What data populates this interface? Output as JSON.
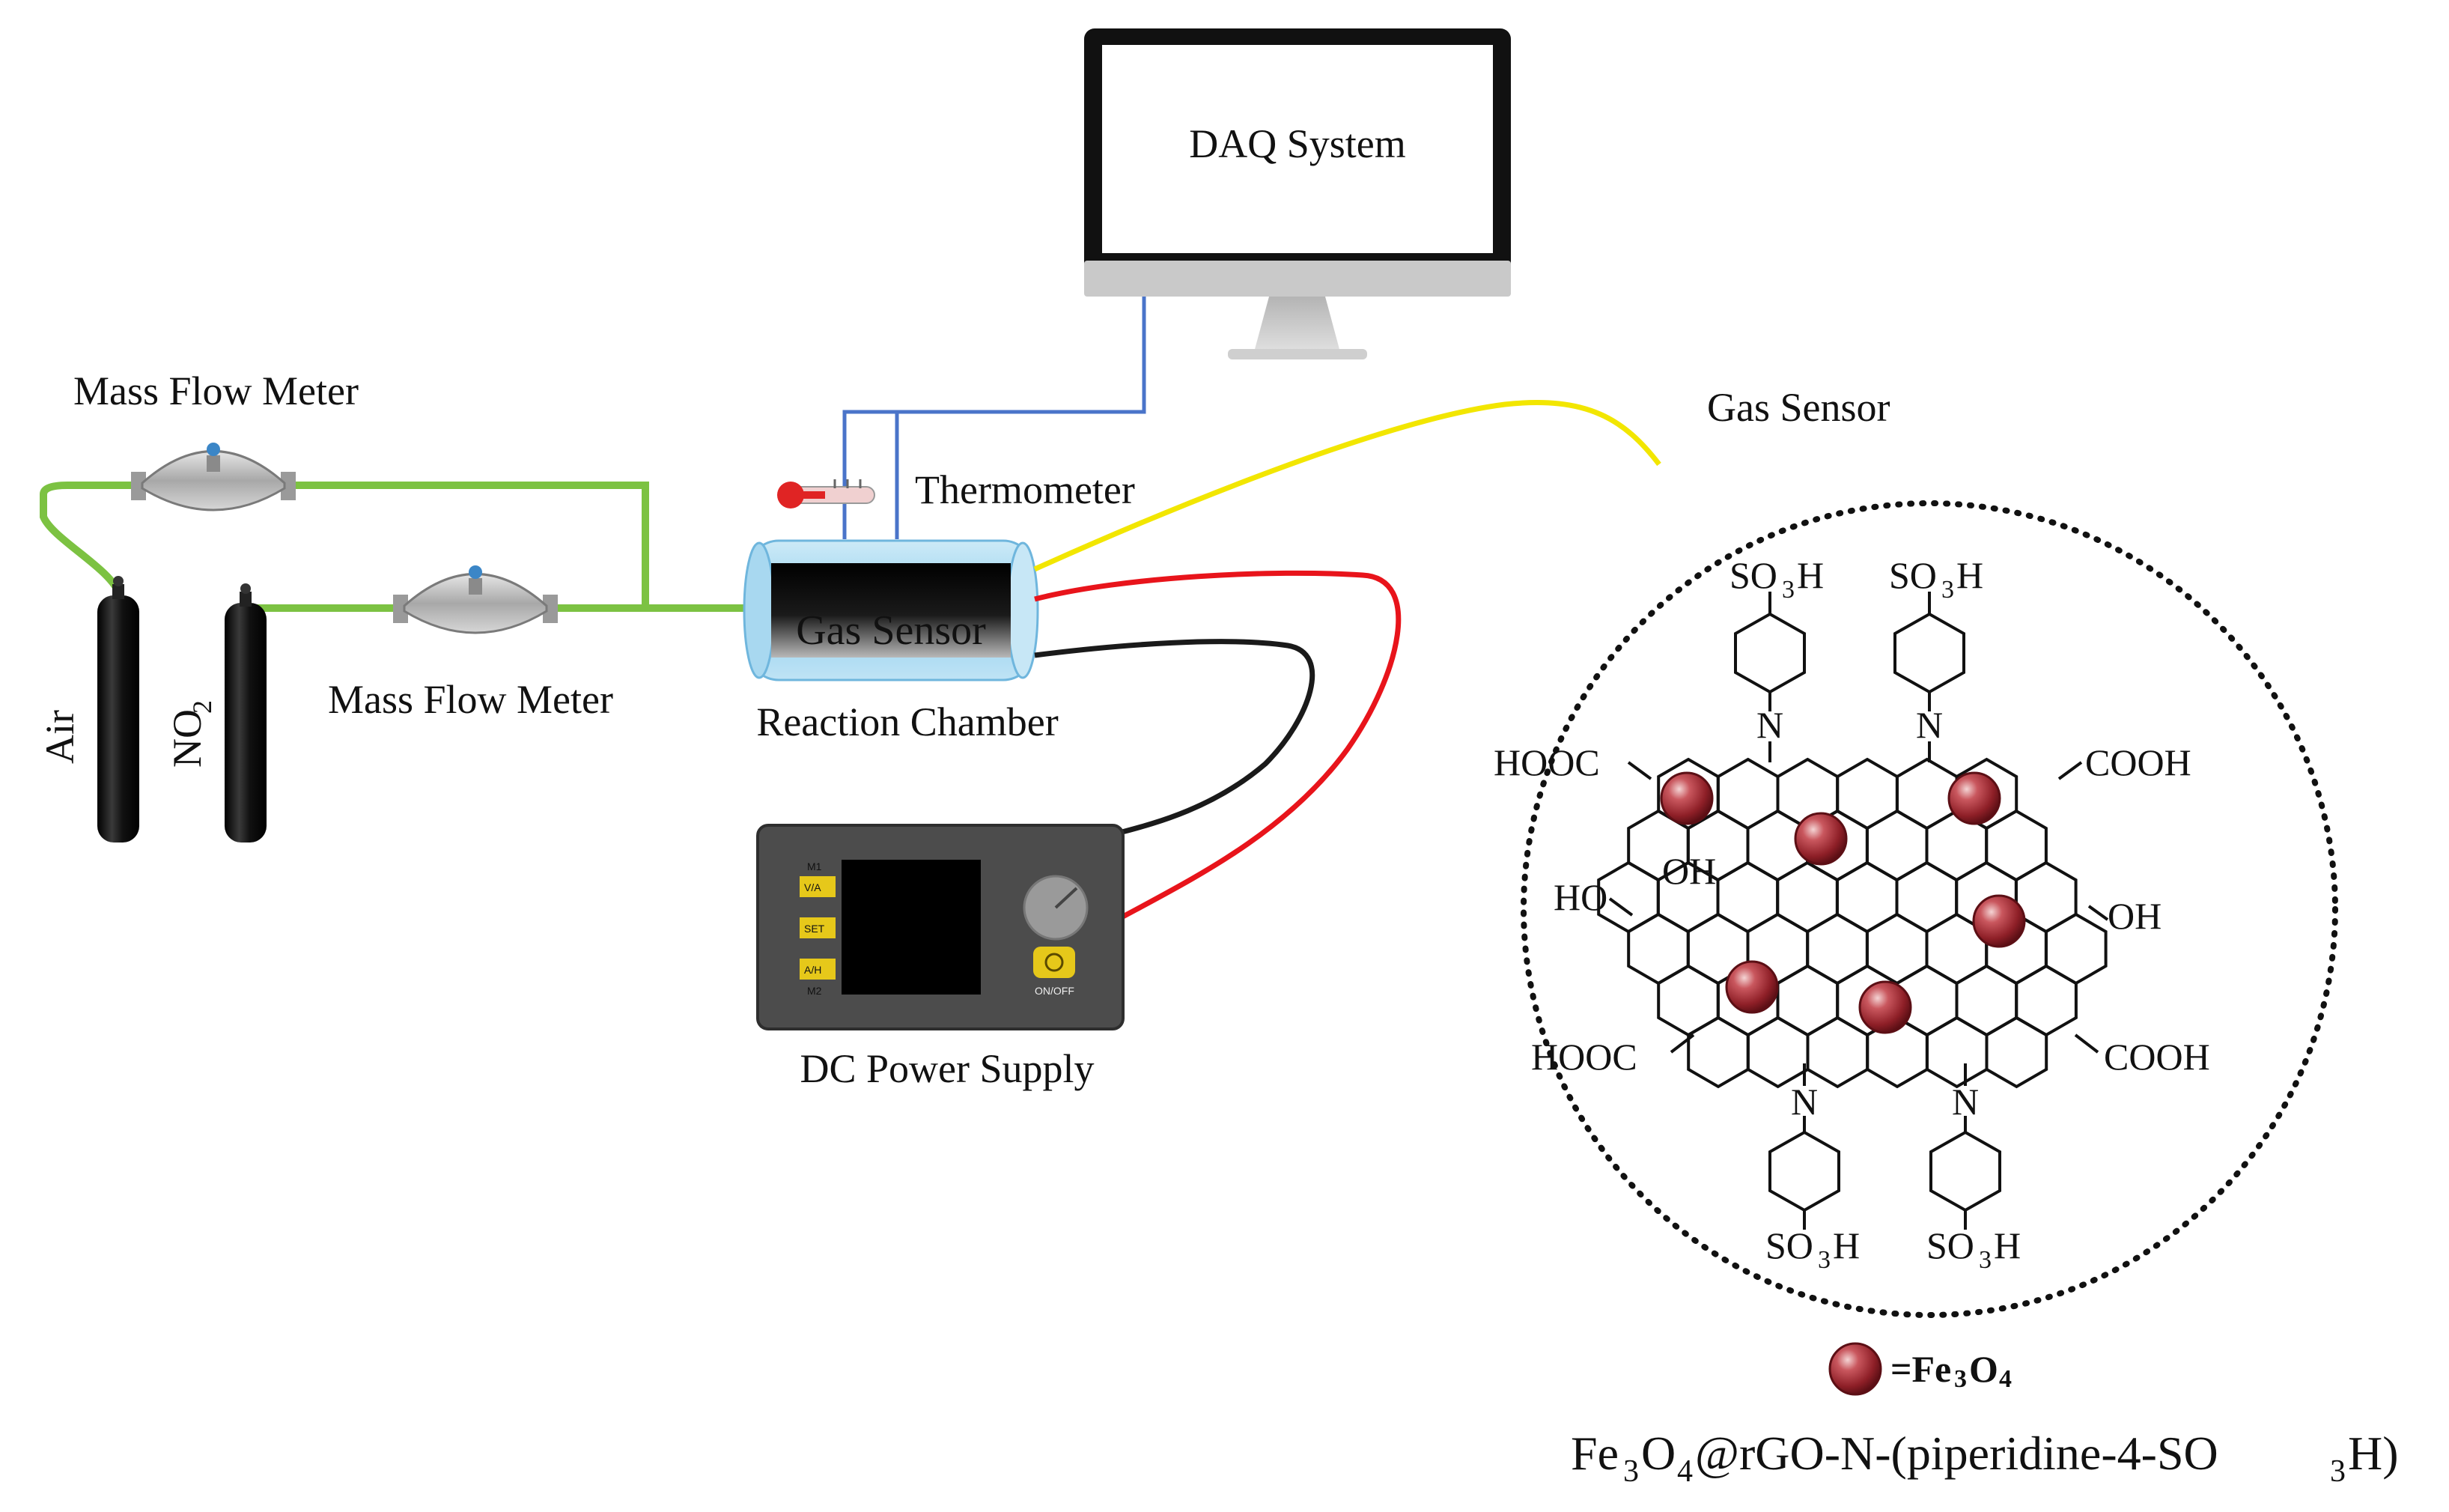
{
  "labels": {
    "daq": "DAQ System",
    "mass_flow_top": "Mass Flow Meter",
    "mass_flow_bottom": "Mass Flow Meter",
    "thermometer": "Thermometer",
    "gas_sensor_callout": "Gas Sensor",
    "chamber_inner": "Gas Sensor",
    "reaction_chamber": "Reaction Chamber",
    "dc_power": "DC Power Supply",
    "air": "Air",
    "no2": "NO",
    "no2_sub": "2"
  },
  "psu_buttons": {
    "top_tag": "M1",
    "btn1": "V/A",
    "btn2": "SET",
    "btn3": "A/H",
    "bottom_tag": "M2",
    "onoff": "ON/OFF"
  },
  "chemistry": {
    "so3h_main": "SO",
    "so3h_sub": "3",
    "so3h_tail": "H",
    "n": "N",
    "hooc": "HOOC",
    "cooh": "COOH",
    "ho": "HO",
    "oh": "OH",
    "legend_eq": "=Fe",
    "legend_sub1": "3",
    "legend_o": "O",
    "legend_sub2": "4",
    "formula_p1": "Fe",
    "formula_s1": "3",
    "formula_p2": "O",
    "formula_s2": "4",
    "formula_p3": "@rGO-N-(piperidine-4-SO",
    "formula_s3": "3",
    "formula_p4": "H)"
  },
  "colors": {
    "gas_line": "#7cc242",
    "daq_line": "#4a74c9",
    "sensor_wire": "#f2e600",
    "positive_wire": "#e8141b",
    "negative_wire": "#1a1a1a",
    "particle": "#9b2830"
  }
}
